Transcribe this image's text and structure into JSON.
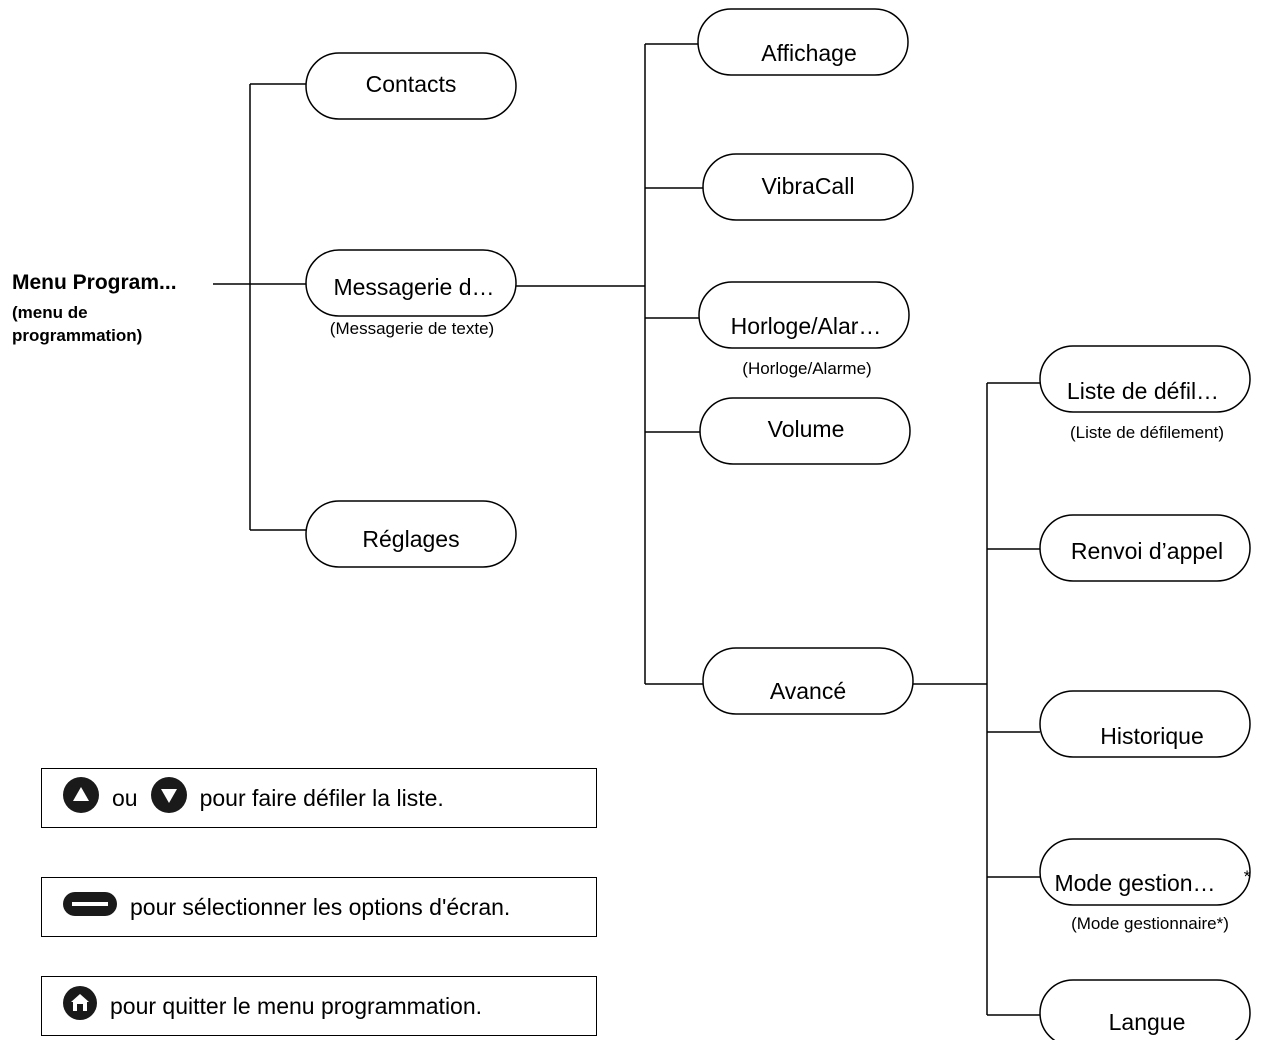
{
  "root": {
    "title": "Menu Program...",
    "subtitle_line1": "(menu de",
    "subtitle_line2": "programmation)"
  },
  "level1": {
    "contacts": "Contacts",
    "messagerie": "Messagerie d…",
    "messagerie_full": "(Messagerie de texte)",
    "reglages": "Réglages"
  },
  "level2": {
    "affichage": "Affichage",
    "vibracall": "VibraCall",
    "horloge": "Horloge/Alar…",
    "horloge_full": "(Horloge/Alarme)",
    "volume": "Volume",
    "avance": "Avancé"
  },
  "level3": {
    "liste": "Liste de défil…",
    "liste_full": "(Liste de défilement)",
    "renvoi": "Renvoi d’appel",
    "historique": "Historique",
    "mode": "Mode gestion…",
    "mode_star": "*",
    "mode_full": "(Mode gestionnaire*)",
    "langue": "Langue"
  },
  "legend": {
    "scroll_or": "ou",
    "scroll_text": "pour faire défiler la liste.",
    "select_text": "pour sélectionner les options d'écran.",
    "exit_text": "pour quitter le menu programmation."
  },
  "icons": {
    "up": "up-arrow-key-icon",
    "down": "down-arrow-key-icon",
    "soft": "soft-key-icon",
    "home": "home-key-icon"
  },
  "colors": {
    "stroke": "#000000",
    "key_fill": "#1a1a1a"
  }
}
